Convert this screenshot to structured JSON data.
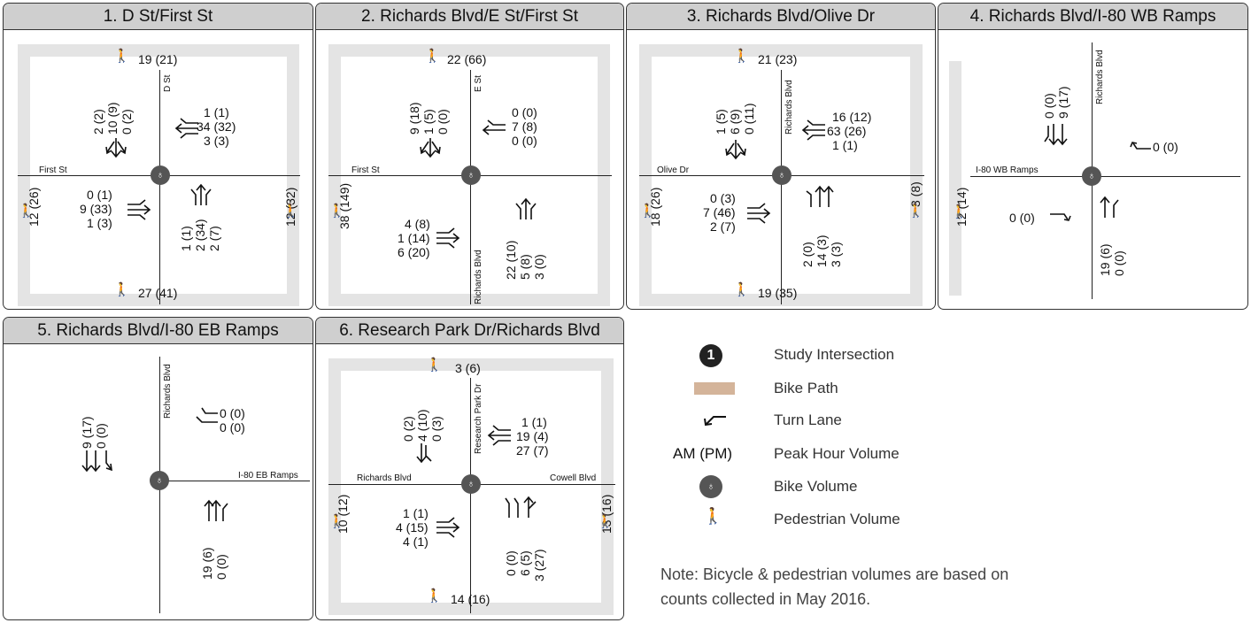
{
  "panels": [
    {
      "title": "1. D St/First St",
      "street_ns": "D St",
      "street_ew": "First St",
      "ped_n": "19 (21)",
      "ped_s": "27 (41)",
      "ped_w": "12 (26)",
      "ped_e": "12 (32)",
      "nb": [
        "1 (1)",
        "2 (34)",
        "2 (7)"
      ],
      "sb": [
        "2 (2)",
        "10 (9)",
        "0 (2)"
      ],
      "wb": [
        "1 (1)",
        "34 (32)",
        "3 (3)"
      ],
      "eb": [
        "0 (1)",
        "9 (33)",
        "1 (3)"
      ]
    },
    {
      "title": "2. Richards Blvd/E St/First St",
      "street_n": "E St",
      "street_s": "Richards Blvd",
      "street_ew": "First St",
      "ped_n": "22 (66)",
      "ped_w": "38 (149)",
      "nb": [
        "22 (10)",
        "5 (8)",
        "3 (0)"
      ],
      "sb": [
        "9 (18)",
        "1 (5)",
        "0 (0)"
      ],
      "wb": [
        "0 (0)",
        "7 (8)",
        "0 (0)"
      ],
      "eb": [
        "4 (8)",
        "1 (14)",
        "6 (20)"
      ]
    },
    {
      "title": "3. Richards Blvd/Olive Dr",
      "street_ns": "Richards Blvd",
      "street_ew": "Olive Dr",
      "ped_n": "21 (23)",
      "ped_s": "19 (35)",
      "ped_w": "18 (26)",
      "ped_e": "3 (8)",
      "nb": [
        "2 (0)",
        "14 (3)",
        "3 (3)"
      ],
      "sb": [
        "1 (5)",
        "6 (9)",
        "0 (11)"
      ],
      "wb": [
        "16 (12)",
        "63 (26)",
        "1 (1)"
      ],
      "eb": [
        "0 (3)",
        "7 (46)",
        "2 (7)"
      ]
    },
    {
      "title": "4. Richards Blvd/I-80 WB Ramps",
      "street_ns": "Richards Blvd",
      "street_ew": "I-80 WB Ramps",
      "ped_w": "12 (14)",
      "nb": [
        "19 (6)",
        "0 (0)"
      ],
      "sb": [
        "0 (0)",
        "9 (17)"
      ],
      "wb": [
        "0 (0)"
      ],
      "eb": [
        "0 (0)"
      ]
    },
    {
      "title": "5. Richards Blvd/I-80 EB Ramps",
      "street_ns": "Richards Blvd",
      "street_ew": "I-80 EB Ramps",
      "nb": [
        "19 (6)",
        "0 (0)"
      ],
      "sb": [
        "9 (17)",
        "0 (0)"
      ],
      "wb": [
        "0 (0)",
        "0 (0)"
      ]
    },
    {
      "title": "6. Research Park Dr/Richards Blvd",
      "street_ns": "Research Park Dr",
      "street_w": "Richards Blvd",
      "street_e": "Cowell Blvd",
      "ped_n": "3 (6)",
      "ped_s": "14 (16)",
      "ped_w": "10 (12)",
      "ped_e": "13 (16)",
      "nb": [
        "0 (0)",
        "6 (5)",
        "3 (27)"
      ],
      "sb": [
        "0 (2)",
        "4 (10)",
        "0 (3)"
      ],
      "wb": [
        "1 (1)",
        "19 (4)",
        "27 (7)"
      ],
      "eb": [
        "1 (1)",
        "4 (15)",
        "4 (1)"
      ]
    }
  ],
  "legend": {
    "study_badge": "1",
    "items": [
      "Study Intersection",
      "Bike Path",
      "Turn Lane",
      "Peak Hour Volume",
      "Bike Volume",
      "Pedestrian Volume"
    ],
    "volume_symbol": "AM (PM)",
    "note_line1": "Note: Bicycle & pedestrian volumes are based on",
    "note_line2": "counts collected in May 2016.",
    "bike_path_color": "#d4b49a"
  }
}
